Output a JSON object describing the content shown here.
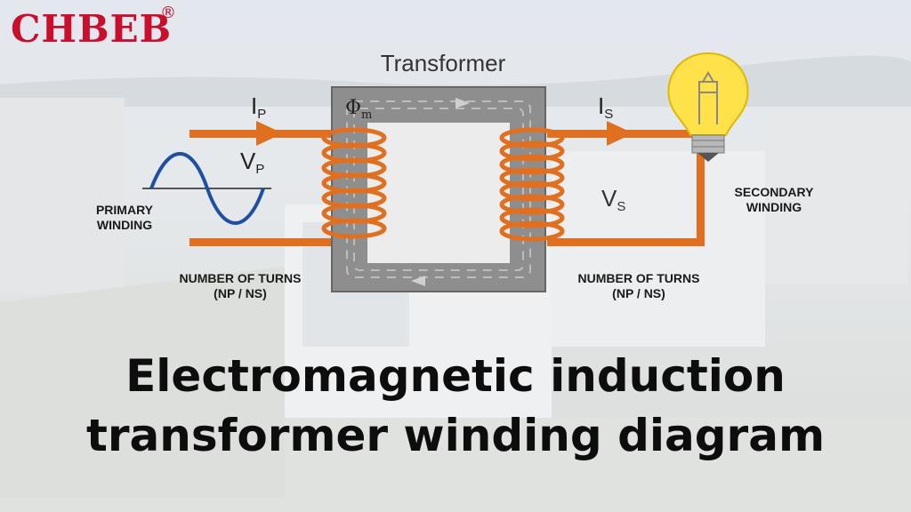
{
  "brand": {
    "name": "CHBEB",
    "registered_mark": "®",
    "color": "#c8102e"
  },
  "diagram": {
    "title": "Transformer",
    "flux_symbol": "Φ",
    "flux_subscript": "m",
    "primary_current": {
      "symbol": "I",
      "subscript": "P"
    },
    "primary_voltage": {
      "symbol": "V",
      "subscript": "P"
    },
    "secondary_current": {
      "symbol": "I",
      "subscript": "S"
    },
    "secondary_voltage": {
      "symbol": "V",
      "subscript": "S"
    },
    "primary_label": [
      "PRIMARY",
      "WINDING"
    ],
    "secondary_label": [
      "SECONDARY",
      "WINDING"
    ],
    "turns_label_left": [
      "NUMBER OF TURNS",
      "(NP / NS)"
    ],
    "turns_label_right": [
      "NUMBER OF TURNS",
      "(NP / NS)"
    ],
    "colors": {
      "core": "#9a9a9a",
      "coil": "#e07020",
      "wave": "#1f4fa0",
      "bulb": "#ffe24a"
    }
  },
  "headline": {
    "line1": "Electromagnetic induction",
    "line2": "transformer winding diagram"
  }
}
